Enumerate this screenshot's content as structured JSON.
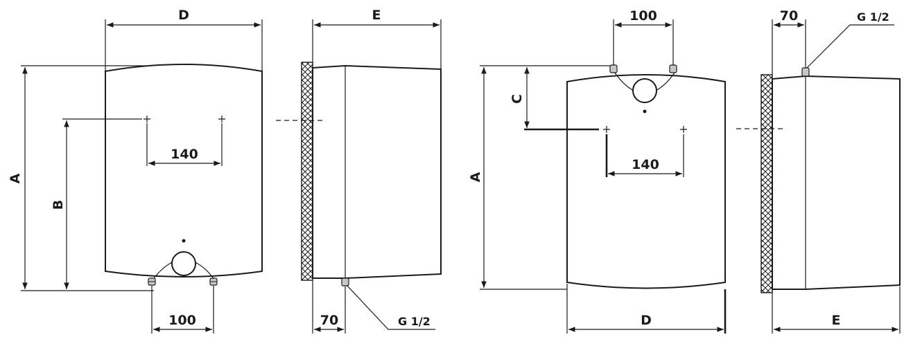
{
  "colors": {
    "line": "#1a1a1a",
    "background": "#ffffff"
  },
  "left_group": {
    "front": {
      "width_label": "D",
      "height_label": "A",
      "mount_label": "B",
      "hole_spacing": "140",
      "pipe_spacing": "100"
    },
    "side": {
      "depth_label": "E",
      "pipe_offset": "70",
      "thread": "G 1/2"
    }
  },
  "right_group": {
    "front": {
      "width_label": "D",
      "height_label": "A",
      "mount_label": "C",
      "hole_spacing": "140",
      "pipe_spacing": "100"
    },
    "side": {
      "depth_label": "E",
      "pipe_offset": "70",
      "thread": "G 1/2"
    }
  }
}
